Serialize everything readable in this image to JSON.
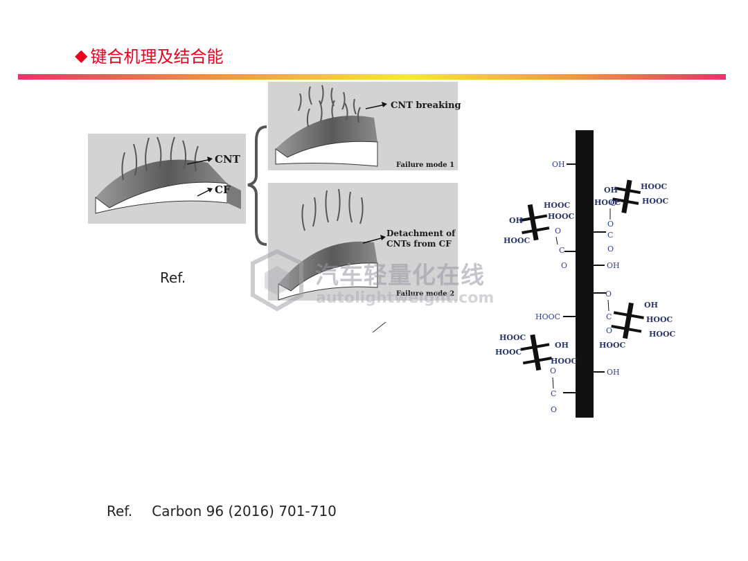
{
  "title": {
    "bullet": "◆",
    "text": "键合机理及结合能"
  },
  "figure_left": {
    "cnt_label": "CNT",
    "cf_label": "CF",
    "mode1_label": "CNT breaking",
    "mode1_caption": "Failure mode 1",
    "mode2_label_line1": "Detachment of",
    "mode2_label_line2": "CNTs from CF",
    "mode2_caption": "Failure mode 2"
  },
  "figure_right": {
    "oh": "OH",
    "hooc": "HOOC",
    "o": "O",
    "c": "C"
  },
  "ref_inline": "Ref.",
  "reference": {
    "prefix": "Ref.",
    "citation": "Carbon 96 (2016) 701-710"
  },
  "watermark": {
    "brand": "汽车轻量化在线",
    "url": "autolightweight.com"
  },
  "colors": {
    "title": "#e8001c",
    "panel": "#d3d3d3",
    "chem_text": "#2f3f8f"
  }
}
